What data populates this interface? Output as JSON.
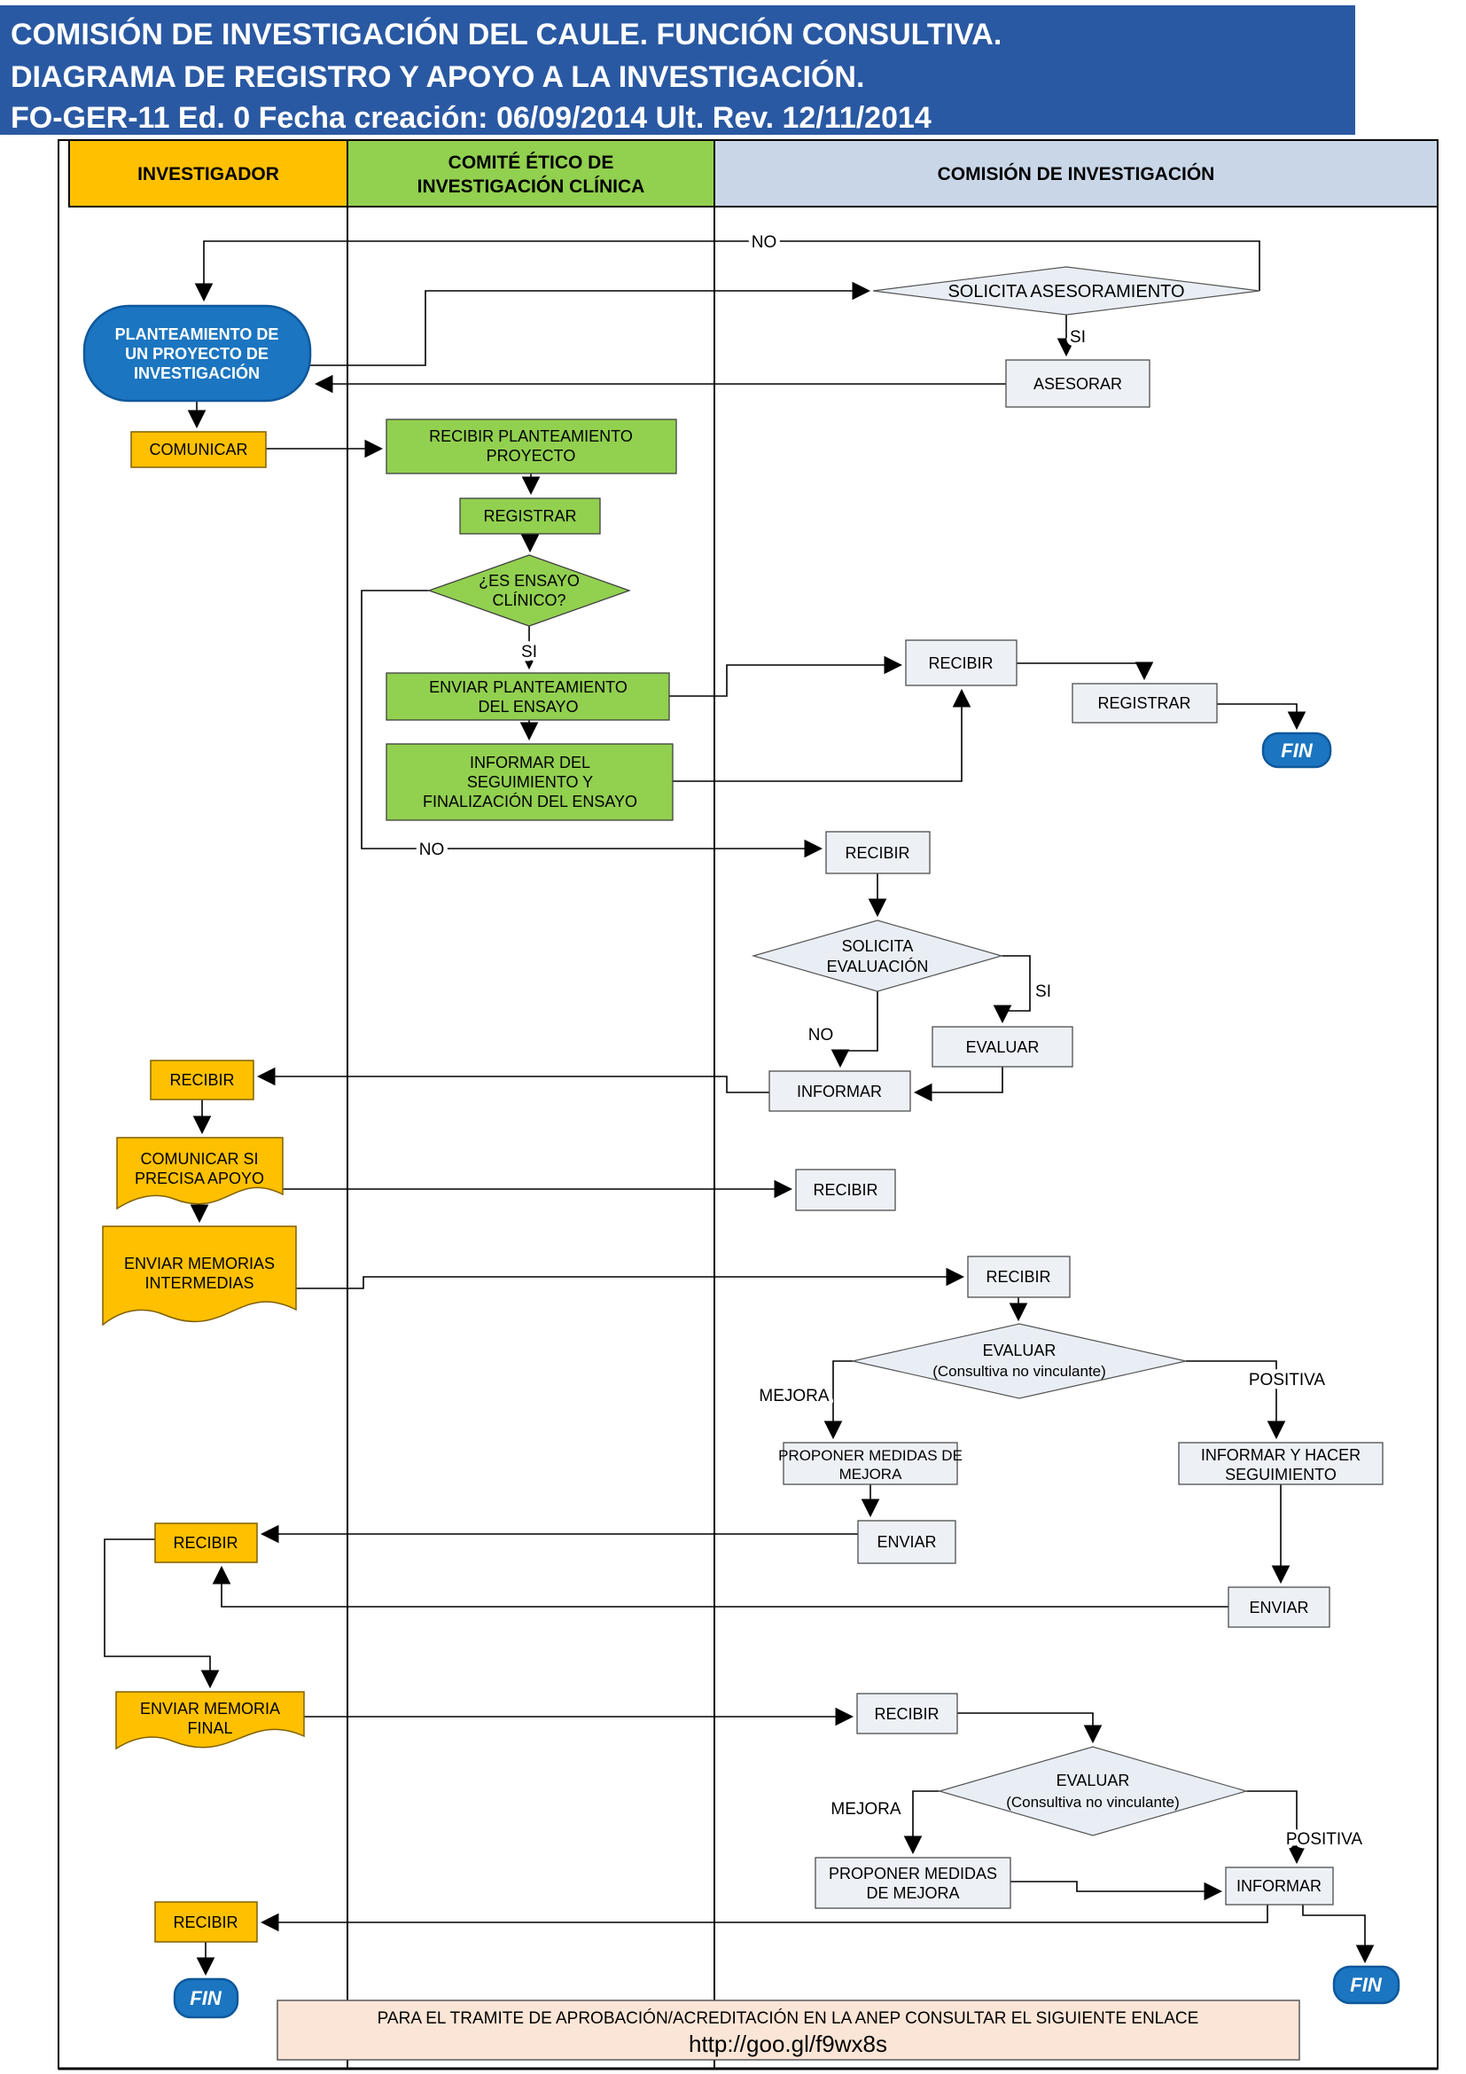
{
  "title": {
    "line1": "COMISIÓN DE INVESTIGACIÓN DEL CAULE. FUNCIÓN CONSULTIVA.",
    "line2": "DIAGRAMA DE REGISTRO Y APOYO A LA  INVESTIGACIÓN.",
    "line3": "FO-GER-11 Ed. 0 Fecha creación: 06/09/2014 Ult. Rev. 12/11/2014"
  },
  "lanes": {
    "investigador": "INVESTIGADOR",
    "comite": {
      "line1": "COMITÉ ÉTICO DE",
      "line2": "INVESTIGACIÓN CLÍNICA"
    },
    "comision": "COMISIÓN DE INVESTIGACIÓN"
  },
  "labels": {
    "si": "SI",
    "no": "NO",
    "mejora": "MEJORA",
    "positiva": "POSITIVA"
  },
  "common": {
    "recibir": "RECIBIR",
    "enviar": "ENVIAR",
    "registrar": "REGISTRAR",
    "informar": "INFORMAR",
    "fin": "FIN",
    "comunicar": "COMUNICAR",
    "asesorar": "ASESORAR",
    "evaluar": "EVALUAR"
  },
  "nodes": {
    "planteamiento": {
      "lines": [
        "PLANTEAMIENTO DE",
        "UN PROYECTO DE",
        "INVESTIGACIÓN"
      ]
    },
    "solicita_asesoramiento": {
      "label": "SOLICITA ASESORAMIENTO"
    },
    "recibir_planteamiento": {
      "lines": [
        "RECIBIR PLANTEAMIENTO",
        "PROYECTO"
      ]
    },
    "es_ensayo": {
      "lines": [
        "¿ES ENSAYO",
        "CLÍNICO?"
      ]
    },
    "enviar_planteamiento": {
      "lines": [
        "ENVIAR PLANTEAMIENTO",
        "DEL ENSAYO"
      ]
    },
    "informar_seguimiento": {
      "lines": [
        "INFORMAR DEL",
        "SEGUIMIENTO Y",
        "FINALIZACIÓN DEL ENSAYO"
      ]
    },
    "solicita_evaluacion": {
      "lines": [
        "SOLICITA",
        "EVALUACIÓN"
      ]
    },
    "comunicar_si_precisa": {
      "lines": [
        "COMUNICAR SI",
        "PRECISA APOYO"
      ]
    },
    "enviar_memorias": {
      "lines": [
        "ENVIAR MEMORIAS",
        "INTERMEDIAS"
      ]
    },
    "evaluar_consultiva": {
      "lines": [
        "EVALUAR",
        "(Consultiva no vinculante)"
      ]
    },
    "proponer_medidas_1": {
      "lines": [
        "PROPONER MEDIDAS DE",
        "MEJORA"
      ]
    },
    "informar_hacer": {
      "lines": [
        "INFORMAR Y HACER",
        "SEGUIMIENTO"
      ]
    },
    "enviar_memoria_final": {
      "lines": [
        "ENVIAR MEMORIA",
        "FINAL"
      ]
    },
    "proponer_medidas_2": {
      "lines": [
        "PROPONER MEDIDAS",
        "DE MEJORA"
      ]
    }
  },
  "footer": {
    "line1": "PARA EL TRAMITE DE APROBACIÓN/ACREDITACIÓN EN LA ANEP  CONSULTAR EL SIGUIENTE ENLACE",
    "link": "http://goo.gl/f9wx8s"
  },
  "colors": {
    "banner": "#2A59A3",
    "yellow": "#FFC000",
    "green": "#92D050",
    "lane3_header": "#C9D6E8",
    "blue": "#1B75C0",
    "node_gray": "#EDF1F6",
    "footer_bg": "#FBE5D6"
  }
}
